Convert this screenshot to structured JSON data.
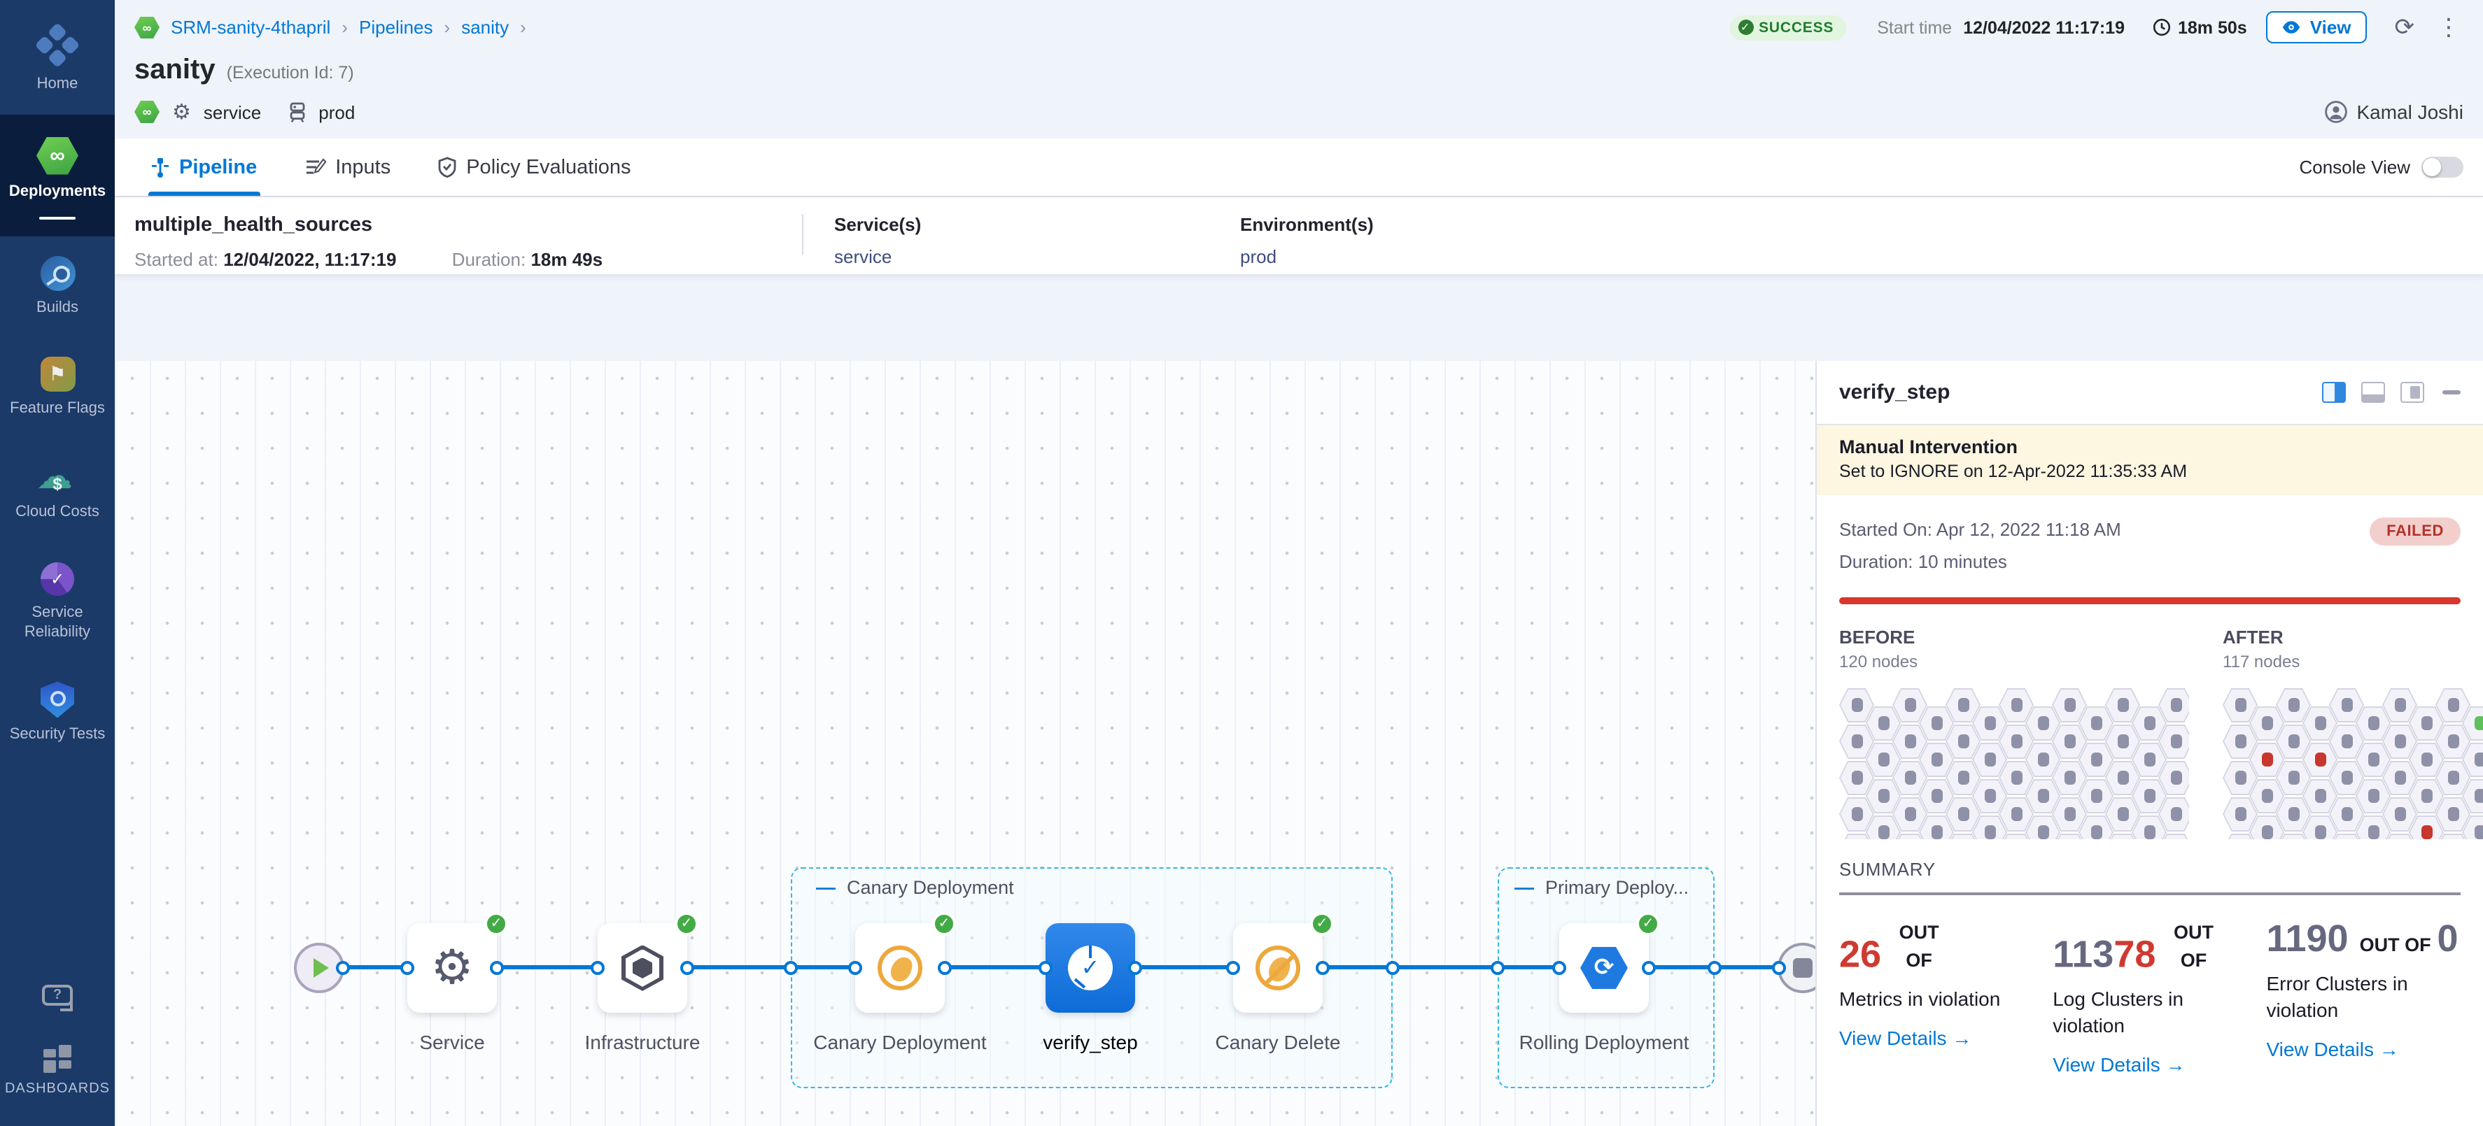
{
  "sidebar": {
    "items": [
      {
        "id": "home",
        "label": "Home"
      },
      {
        "id": "deployments",
        "label": "Deployments"
      },
      {
        "id": "builds",
        "label": "Builds"
      },
      {
        "id": "feature-flags",
        "label": "Feature Flags"
      },
      {
        "id": "cloud-costs",
        "label": "Cloud Costs"
      },
      {
        "id": "service-reliability",
        "label": "Service Reliability"
      },
      {
        "id": "security-tests",
        "label": "Security Tests"
      },
      {
        "id": "dashboards",
        "label": "DASHBOARDS"
      }
    ]
  },
  "header": {
    "breadcrumb": {
      "project": "SRM-sanity-4thapril",
      "section": "Pipelines",
      "page": "sanity",
      "separator": "›"
    },
    "status_badge": "SUCCESS",
    "start_time_label": "Start time",
    "start_time": "12/04/2022 11:17:19",
    "elapsed": "18m 50s",
    "view_button": "View",
    "title": "sanity",
    "execution_id": "(Execution Id: 7)",
    "service_tag": "service",
    "environment_tag": "prod",
    "user_name": "Kamal Joshi"
  },
  "tabs": {
    "pipeline": "Pipeline",
    "inputs": "Inputs",
    "policy": "Policy Evaluations",
    "console_view_label": "Console View"
  },
  "stage": {
    "name": "multiple_health_sources",
    "started_label": "Started at:",
    "started_value": "12/04/2022, 11:17:19",
    "duration_label": "Duration:",
    "duration_value": "18m 49s",
    "services_label": "Service(s)",
    "services_value": "service",
    "environments_label": "Environment(s)",
    "environments_value": "prod"
  },
  "canvas": {
    "groups": [
      {
        "label": "Canary Deployment"
      },
      {
        "label": "Primary Deploy..."
      }
    ],
    "nodes": [
      {
        "label": "Service"
      },
      {
        "label": "Infrastructure"
      },
      {
        "label": "Canary Deployment"
      },
      {
        "label": "verify_step"
      },
      {
        "label": "Canary Delete"
      },
      {
        "label": "Rolling Deployment"
      }
    ]
  },
  "panel": {
    "title": "verify_step",
    "banner": {
      "title": "Manual Intervention",
      "message": "Set to IGNORE on 12-Apr-2022 11:35:33 AM"
    },
    "started": "Started On: Apr 12, 2022 11:18 AM",
    "duration": "Duration: 10 minutes",
    "status": "FAILED",
    "grids": [
      {
        "label": "BEFORE",
        "sublabel": "120 nodes",
        "cols": 13,
        "rows": 5,
        "special": []
      },
      {
        "label": "AFTER",
        "sublabel": "117 nodes",
        "cols": 13,
        "rows": 5,
        "special": [
          {
            "col": 9,
            "row": 0,
            "color": "#5fbf5a"
          },
          {
            "col": 1,
            "row": 1,
            "color": "#c8372d"
          },
          {
            "col": 3,
            "row": 1,
            "color": "#c8372d"
          },
          {
            "col": 7,
            "row": 3,
            "color": "#c8372d"
          }
        ]
      }
    ],
    "summary_title": "SUMMARY",
    "cards": [
      {
        "value_gray": "",
        "value_red": "26",
        "out_of": "OUT OF",
        "total": "",
        "label": "Metrics in violation",
        "link": "View Details →"
      },
      {
        "value_gray": "113",
        "value_red": "78",
        "out_of": "OUT OF",
        "total": "",
        "label": "Log Clusters in violation",
        "link": "View Details →"
      },
      {
        "value_gray": "1190",
        "value_red": "",
        "out_of": "OUT OF",
        "total": "0",
        "label": "Error Clusters in violation",
        "link": "View Details →"
      }
    ],
    "colors": {
      "accent": "#0278d5",
      "success": "#42ab45",
      "failed_red": "#d7372e",
      "banner_bg": "#fdf6e0"
    }
  }
}
